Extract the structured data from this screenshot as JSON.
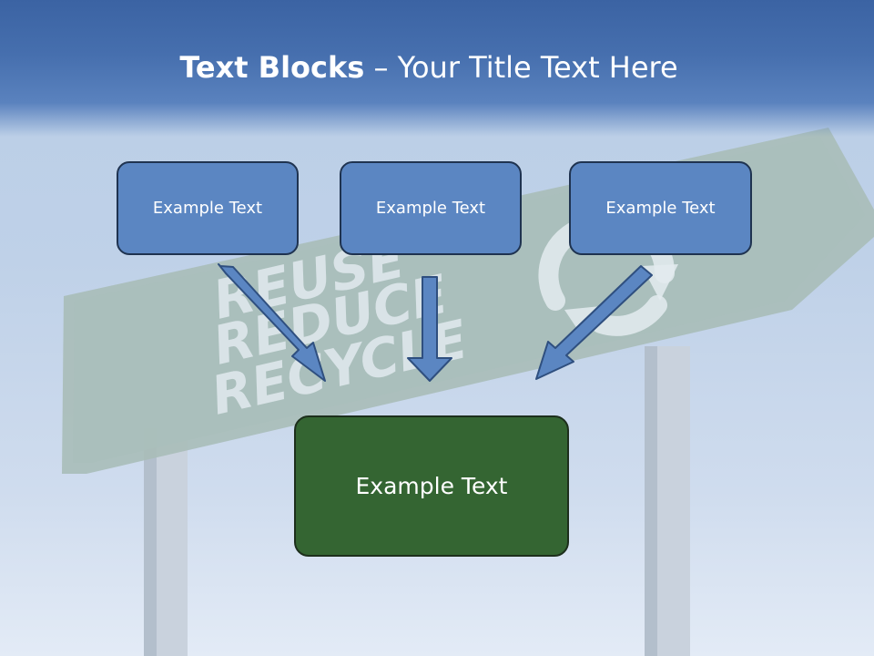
{
  "title": {
    "bold_part": "Text Blocks",
    "separator": " – ",
    "rest": "Your Title Text Here"
  },
  "blocks": {
    "left": "Example Text",
    "center": "Example Text",
    "right": "Example Text",
    "bottom": "Example Text"
  },
  "background_sign": {
    "lines": [
      "REUSE",
      "REDUCE",
      "RECYCLE"
    ]
  },
  "colors": {
    "header_blue": "#3b63a3",
    "box_blue": "#5b86c2",
    "box_green": "#346532",
    "sign_green": "#a9bcb8",
    "sky": "#bfd1e8"
  },
  "icons": [
    "recycle-icon"
  ]
}
